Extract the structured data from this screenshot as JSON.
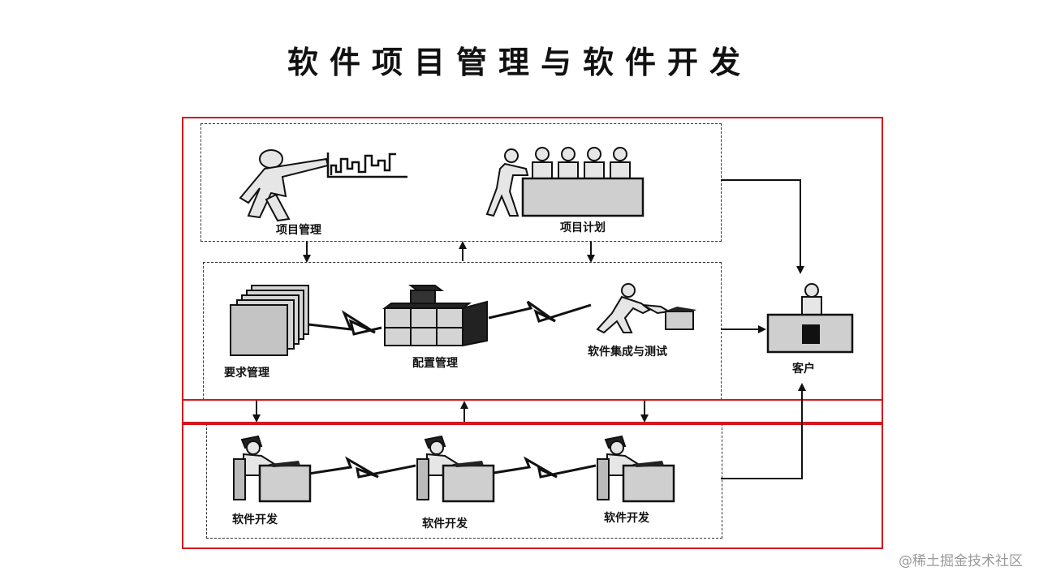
{
  "title": "软件项目管理与软件开发",
  "labels": {
    "project_management": "项目管理",
    "project_plan": "项目计划",
    "requirements_management": "要求管理",
    "configuration_management": "配置管理",
    "integration_testing": "软件集成与测试",
    "customer": "客户",
    "dev1": "软件开发",
    "dev2": "软件开发",
    "dev3": "软件开发"
  },
  "watermark": "@稀土掘金技术社区",
  "colors": {
    "highlight": "#d6161c",
    "ink": "#111111",
    "fill": "#cfcfcf"
  },
  "icons": [
    "pointing-person-icon",
    "bar-chart-icon",
    "pushing-person-icon",
    "team-icon",
    "document-stack-icon",
    "cube-stack-icon",
    "lifting-person-icon",
    "customer-desk-icon",
    "developer-workstation-icon",
    "lightning-link-icon"
  ]
}
